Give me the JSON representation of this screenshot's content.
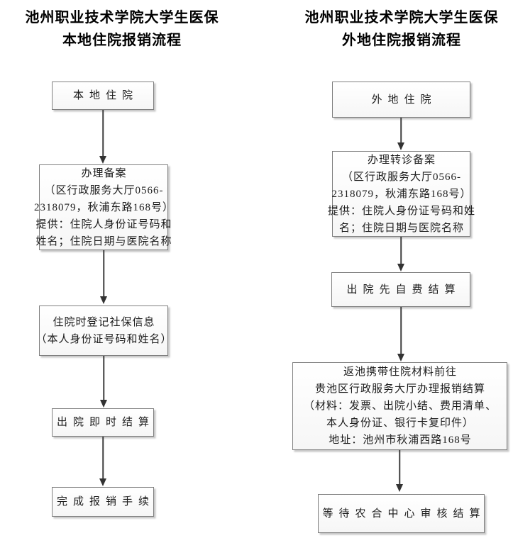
{
  "colors": {
    "background": "#ffffff",
    "box_border": "#7f7f7f",
    "box_fill": "#ffffff",
    "arrow": "#3f3f3f",
    "text": "#000000"
  },
  "diagram": {
    "left_flow": {
      "title": [
        "池州职业技术学院大学生医保",
        "本地住院报销流程"
      ],
      "steps": [
        {
          "lines": [
            "本地住院"
          ]
        },
        {
          "lines": [
            "办理备案",
            "（区行政服务大厅0566-",
            "2318079，秋浦东路168号）",
            "提供：住院人身份证号码和",
            "姓名；住院日期与医院名称"
          ]
        },
        {
          "lines": [
            "住院时登记社保信息",
            "（本人身份证号码和姓名）"
          ]
        },
        {
          "lines": [
            "出院即时结算"
          ]
        },
        {
          "lines": [
            "完成报销手续"
          ]
        }
      ]
    },
    "right_flow": {
      "title": [
        "池州职业技术学院大学生医保",
        "外地住院报销流程"
      ],
      "steps": [
        {
          "lines": [
            "外地住院"
          ]
        },
        {
          "lines": [
            "办理转诊备案",
            "（区行政服务大厅0566-",
            "2318079，秋浦东路168号）",
            "提供：住院人身份证号码和姓",
            "名；住院日期与医院名称"
          ]
        },
        {
          "lines": [
            "出院先自费结算"
          ]
        },
        {
          "lines": [
            "返池携带住院材料前往",
            "贵池区行政服务大厅办理报销结算",
            "（材料：发票、出院小结、费用清单、",
            "本人身份证、银行卡复印件）",
            "地址：池州市秋浦西路168号"
          ]
        },
        {
          "lines": [
            "等待农合中心审核结算"
          ]
        }
      ]
    }
  }
}
